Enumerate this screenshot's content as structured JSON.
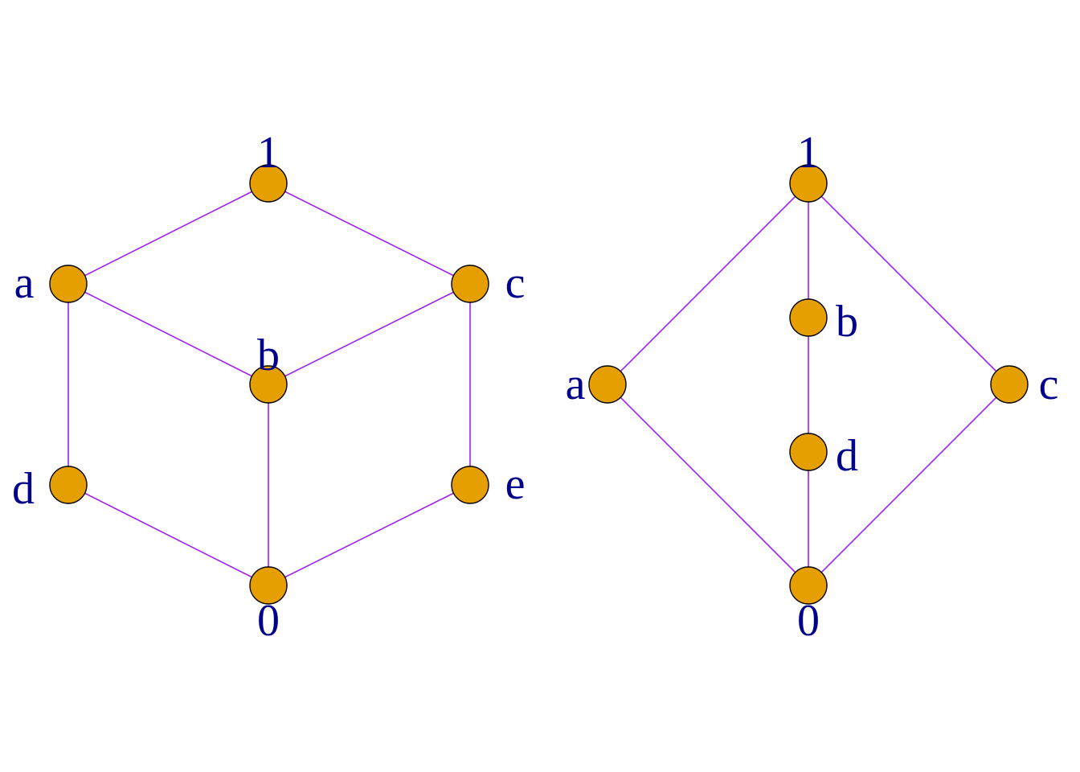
{
  "colors": {
    "background": "#ffffff",
    "edge": "#a020f0",
    "node_fill": "#e69f00",
    "node_stroke": "#000000",
    "label": "#00008b"
  },
  "diagrams": [
    {
      "nodes": [
        {
          "id": "top",
          "label": "1"
        },
        {
          "id": "a",
          "label": "a"
        },
        {
          "id": "c",
          "label": "c"
        },
        {
          "id": "b",
          "label": "b"
        },
        {
          "id": "d",
          "label": "d"
        },
        {
          "id": "e",
          "label": "e"
        },
        {
          "id": "bottom",
          "label": "0"
        }
      ],
      "edges": [
        [
          "top",
          "a"
        ],
        [
          "top",
          "c"
        ],
        [
          "a",
          "b"
        ],
        [
          "c",
          "b"
        ],
        [
          "a",
          "d"
        ],
        [
          "c",
          "e"
        ],
        [
          "b",
          "bottom"
        ],
        [
          "d",
          "bottom"
        ],
        [
          "e",
          "bottom"
        ]
      ]
    },
    {
      "nodes": [
        {
          "id": "top",
          "label": "1"
        },
        {
          "id": "b",
          "label": "b"
        },
        {
          "id": "a",
          "label": "a"
        },
        {
          "id": "c",
          "label": "c"
        },
        {
          "id": "d",
          "label": "d"
        },
        {
          "id": "bottom",
          "label": "0"
        }
      ],
      "edges": [
        [
          "top",
          "a"
        ],
        [
          "top",
          "b"
        ],
        [
          "top",
          "c"
        ],
        [
          "b",
          "d"
        ],
        [
          "a",
          "bottom"
        ],
        [
          "d",
          "bottom"
        ],
        [
          "c",
          "bottom"
        ]
      ]
    }
  ]
}
